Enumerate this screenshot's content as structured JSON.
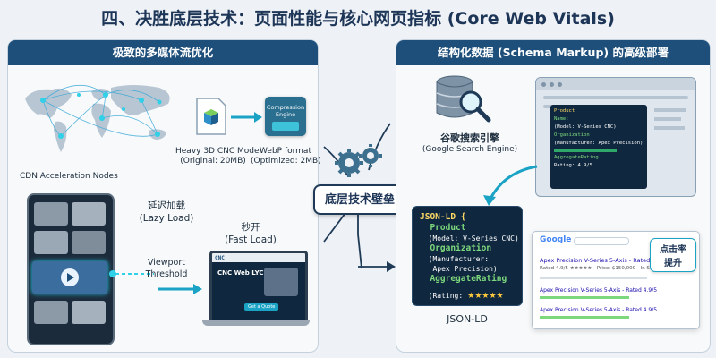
{
  "title": "四、决胜底层技术：页面性能与核心网页指标 (Core Web Vitals)",
  "left_panel": {
    "header": "极致的多媒体流优化",
    "cdn_label": "CDN Acceleration Nodes",
    "model_label_1": "Heavy 3D CNC Model",
    "model_label_2": "(Original: 20MB)",
    "engine_label_1": "Compression",
    "engine_label_2": "Engine",
    "webp_label_1": "WebP format",
    "webp_label_2": "(Optimized: 2MB)",
    "lazy_label_1": "延迟加载",
    "lazy_label_2": "(Lazy Load)",
    "viewport_label_1": "Viewport",
    "viewport_label_2": "Threshold",
    "fast_label_1": "秒开",
    "fast_label_2": "(Fast Load)",
    "site_logo": "CNC",
    "site_headline": "CNC Web LYC",
    "site_button": "Get a Quote"
  },
  "center": {
    "badge": "底层技术壁垒"
  },
  "right_panel": {
    "header": "结构化数据 (Schema Markup) 的高级部署",
    "db_label_1": "谷歌搜索引擎",
    "db_label_2": "(Google Search Engine)",
    "mini_code": [
      "Product",
      "Name:",
      "(Model: V-Series CNC)",
      "Organization",
      "(Manufacturer: Apex Precision)",
      "AggregateRating",
      "Rating: 4.9/5"
    ],
    "code_lines": [
      {
        "text": "JSON-LD {",
        "color": "#ffd966"
      },
      {
        "text": "  Product",
        "color": "#7dd87d"
      },
      {
        "text": "  (Model: V-Series CNC)",
        "color": "#ffffff"
      },
      {
        "text": "  Organization",
        "color": "#7dd87d"
      },
      {
        "text": "  (Manufacturer:",
        "color": "#ffffff"
      },
      {
        "text": "   Apex Precision)",
        "color": "#ffffff"
      },
      {
        "text": "  AggregateRating",
        "color": "#7dd87d"
      },
      {
        "text": "  (Rating:",
        "color": "#ffffff"
      }
    ],
    "stars": "★★★★★",
    "code_caption": "JSON-LD",
    "google_logo": "Google",
    "result_1_title": "Apex Precision V-Series 5-Axis - Rated",
    "result_1_meta": "Rated 4.9/5 ★★★★★ - Price: $150,000 - In Stock",
    "result_2": "Apex Precision V-Series 5-Axis - Rated 4.9/5",
    "result_3": "Apex Precision V-Series 5-Axis - Rated 4.9/5",
    "ctr_badge_1": "点击率",
    "ctr_badge_2": "提升"
  }
}
